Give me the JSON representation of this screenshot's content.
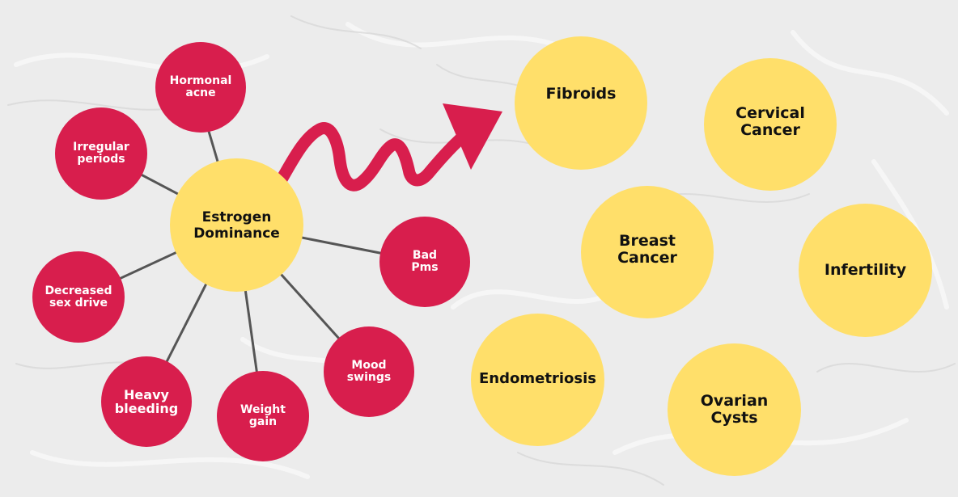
{
  "diagram": {
    "center": {
      "label_line1": "Estrogen",
      "label_line2": "Dominance"
    },
    "symptoms": [
      {
        "id": "hormonal-acne",
        "line1": "Hormonal",
        "line2": "acne"
      },
      {
        "id": "irregular-periods",
        "line1": "Irregular",
        "line2": "periods"
      },
      {
        "id": "decreased-sex-drive",
        "line1": "Decreased",
        "line2": "sex drive"
      },
      {
        "id": "heavy-bleeding",
        "line1": "Heavy",
        "line2": "bleeding"
      },
      {
        "id": "weight-gain",
        "line1": "Weight",
        "line2": "gain"
      },
      {
        "id": "mood-swings",
        "line1": "Mood",
        "line2": "swings"
      },
      {
        "id": "bad-pms",
        "line1": "Bad",
        "line2": "Pms"
      }
    ],
    "conditions": [
      {
        "id": "fibroids",
        "line1": "Fibroids",
        "line2": ""
      },
      {
        "id": "cervical-cancer",
        "line1": "Cervical",
        "line2": "Cancer"
      },
      {
        "id": "breast-cancer",
        "line1": "Breast",
        "line2": "Cancer"
      },
      {
        "id": "infertility",
        "line1": "Infertility",
        "line2": ""
      },
      {
        "id": "endometriosis",
        "line1": "Endometriosis",
        "line2": ""
      },
      {
        "id": "ovarian-cysts",
        "line1": "Ovarian",
        "line2": "Cysts"
      }
    ],
    "colors": {
      "symptom_fill": "#d81e4d",
      "condition_fill": "#ffdf6a",
      "arrow": "#d81e4d",
      "connector": "#555555",
      "background": "#ececec"
    }
  }
}
